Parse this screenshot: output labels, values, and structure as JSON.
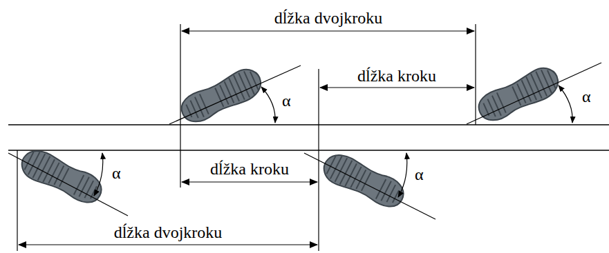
{
  "diagram": {
    "labels": [
      "dĺžka dvojkroku",
      "dĺžka kroku",
      "α",
      "α",
      "α",
      "dĺžka kroku",
      "α",
      "dĺžka dvojkroku"
    ]
  }
}
